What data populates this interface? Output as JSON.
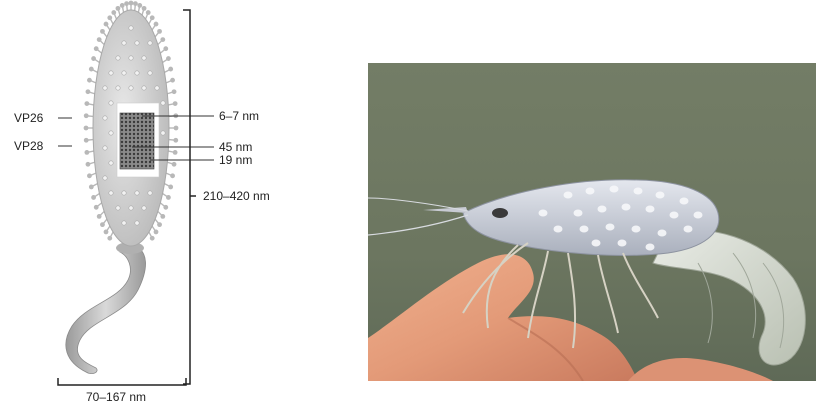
{
  "diagram": {
    "labels": {
      "vp26": "VP26",
      "vp28": "VP28",
      "dim_6_7": "6–7 nm",
      "dim_45": "45 nm",
      "dim_19": "19 nm",
      "length": "210–420 nm",
      "width": "70–167 nm"
    }
  },
  "colors": {
    "virion_body": "#cfcfcf",
    "spikes": "#b8b8b8",
    "nucleocapsid": "#6a6a6a",
    "bracket": "#222222",
    "photo_background": "#6f7a63"
  }
}
